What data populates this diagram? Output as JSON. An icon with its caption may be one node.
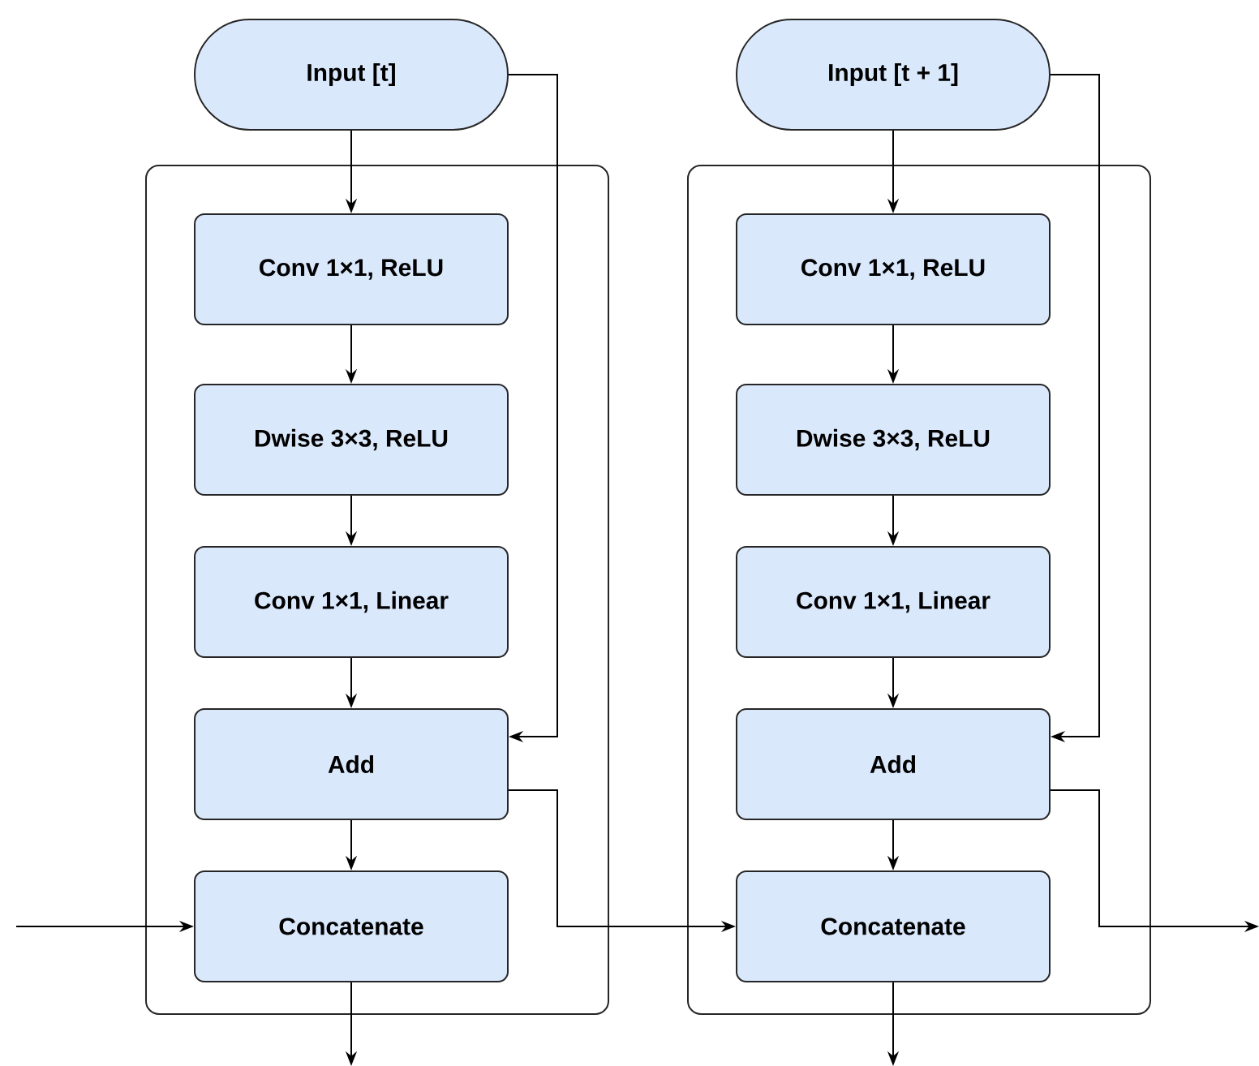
{
  "diagram": {
    "nodes": [
      {
        "text": [
          "Input [t]"
        ]
      },
      {
        "text": [],
        "shape": "box"
      },
      {
        "text": [
          "Conv 1×1, ReLU"
        ],
        "in": 1
      },
      {
        "text": [
          "Dwise 3×3, ReLU"
        ],
        "in": 1
      },
      {
        "text": [
          "Conv 1×1, Linear"
        ],
        "in": 1
      },
      {
        "text": [
          "Add"
        ],
        "in": 1
      },
      {
        "text": [
          "Concatenate"
        ],
        "in": 1
      },
      {
        "text": [
          "Input [t + 1]"
        ]
      },
      {
        "text": [],
        "shape": "box"
      },
      {
        "text": [
          "Conv 1×1, ReLU"
        ],
        "in": 8
      },
      {
        "text": [
          "Dwise 3×3, ReLU"
        ],
        "in": 8
      },
      {
        "text": [
          "Conv 1×1, Linear"
        ],
        "in": 8
      },
      {
        "text": [
          "Add"
        ],
        "in": 8
      },
      {
        "text": [
          "Concatenate"
        ],
        "in": 8
      }
    ],
    "edges": [
      {
        "from": 0,
        "to": 2,
        "arrow": "to"
      },
      {
        "from": 2,
        "to": 3,
        "arrow": "to"
      },
      {
        "from": 3,
        "to": 4,
        "arrow": "to"
      },
      {
        "from": 4,
        "to": 5,
        "arrow": "to"
      },
      {
        "from": 5,
        "to": 6,
        "arrow": "to"
      },
      {
        "from": 0,
        "to": 5,
        "arrow": "to"
      },
      {
        "from": null,
        "to": 6,
        "arrow": "to"
      },
      {
        "from": 6,
        "to": null,
        "arrow": "to"
      },
      {
        "from": 5,
        "to": 13,
        "arrow": "to"
      },
      {
        "from": 7,
        "to": 9,
        "arrow": "to"
      },
      {
        "from": 9,
        "to": 10,
        "arrow": "to"
      },
      {
        "from": 10,
        "to": 11,
        "arrow": "to"
      },
      {
        "from": 11,
        "to": 12,
        "arrow": "to"
      },
      {
        "from": 12,
        "to": 13,
        "arrow": "to"
      },
      {
        "from": 7,
        "to": 12,
        "arrow": "to"
      },
      {
        "from": 12,
        "to": null,
        "arrow": "to"
      },
      {
        "from": 13,
        "to": null,
        "arrow": "to"
      }
    ]
  }
}
